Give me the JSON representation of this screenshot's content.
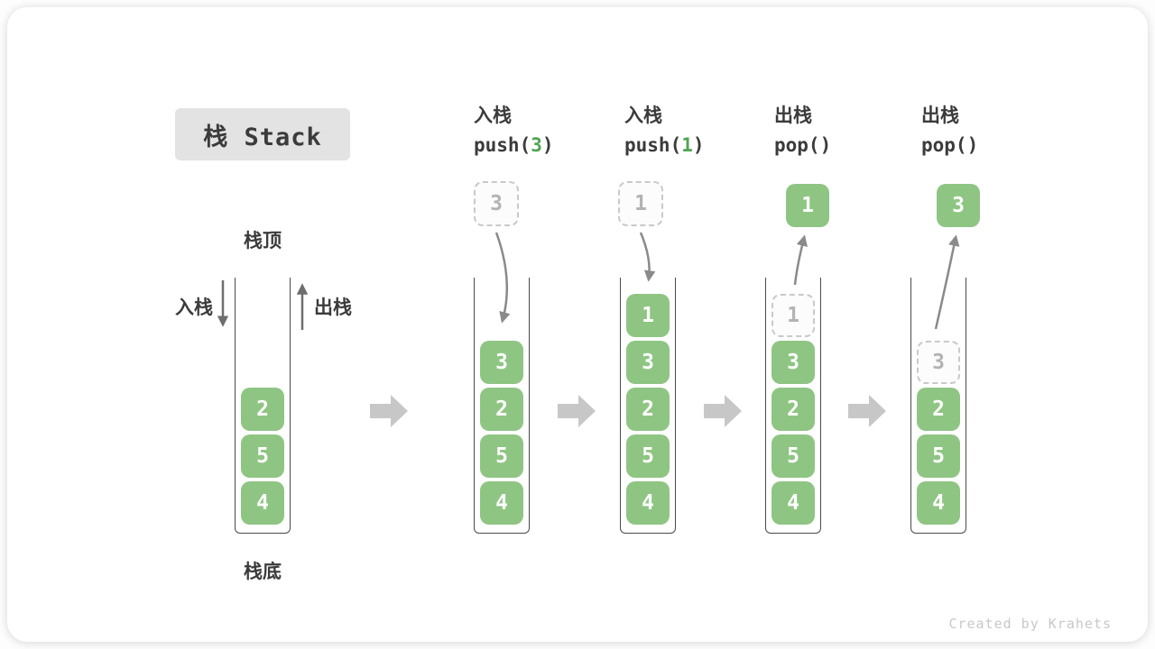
{
  "card": {
    "title": "栈 Stack",
    "watermark": "Created by Krahets"
  },
  "legend": {
    "stack_top": "栈顶",
    "stack_bottom": "栈底",
    "push_arrow_label": "入栈",
    "pop_arrow_label": "出栈"
  },
  "stages": [
    {
      "name": "initial",
      "elements": [
        "2",
        "5",
        "4"
      ]
    },
    {
      "name": "push-3",
      "op_cn": "入栈",
      "op_code_pre": "push(",
      "op_code_arg": "3",
      "op_code_post": ")",
      "floating_value": "3",
      "elements": [
        "3",
        "2",
        "5",
        "4"
      ]
    },
    {
      "name": "push-1",
      "op_cn": "入栈",
      "op_code_pre": "push(",
      "op_code_arg": "1",
      "op_code_post": ")",
      "floating_value": "1",
      "elements": [
        "1",
        "3",
        "2",
        "5",
        "4"
      ]
    },
    {
      "name": "pop-1",
      "op_cn": "出栈",
      "op_code_pre": "pop()",
      "op_code_arg": "",
      "op_code_post": "",
      "floating_value": "1",
      "ghost_value": "1",
      "elements": [
        "3",
        "2",
        "5",
        "4"
      ]
    },
    {
      "name": "pop-3",
      "op_cn": "出栈",
      "op_code_pre": "pop()",
      "op_code_arg": "",
      "op_code_post": "",
      "floating_value": "3",
      "ghost_value": "3",
      "elements": [
        "2",
        "5",
        "4"
      ]
    }
  ],
  "colors": {
    "element_green": "#8FC583",
    "code_arg_green": "#50A452",
    "title_box_bg": "#E3E3E3",
    "text_dark": "#3B3B3B",
    "curve_arrow_gray": "#8A8A8A",
    "legend_arrow_gray": "#6E6E6E",
    "block_arrow_gray": "#C7C7C7",
    "ghost_border": "#C9C9C9",
    "ghost_text": "#B3B3B3",
    "stack_wall": "#4A4A4A",
    "watermark_gray": "#C8C8C8"
  }
}
